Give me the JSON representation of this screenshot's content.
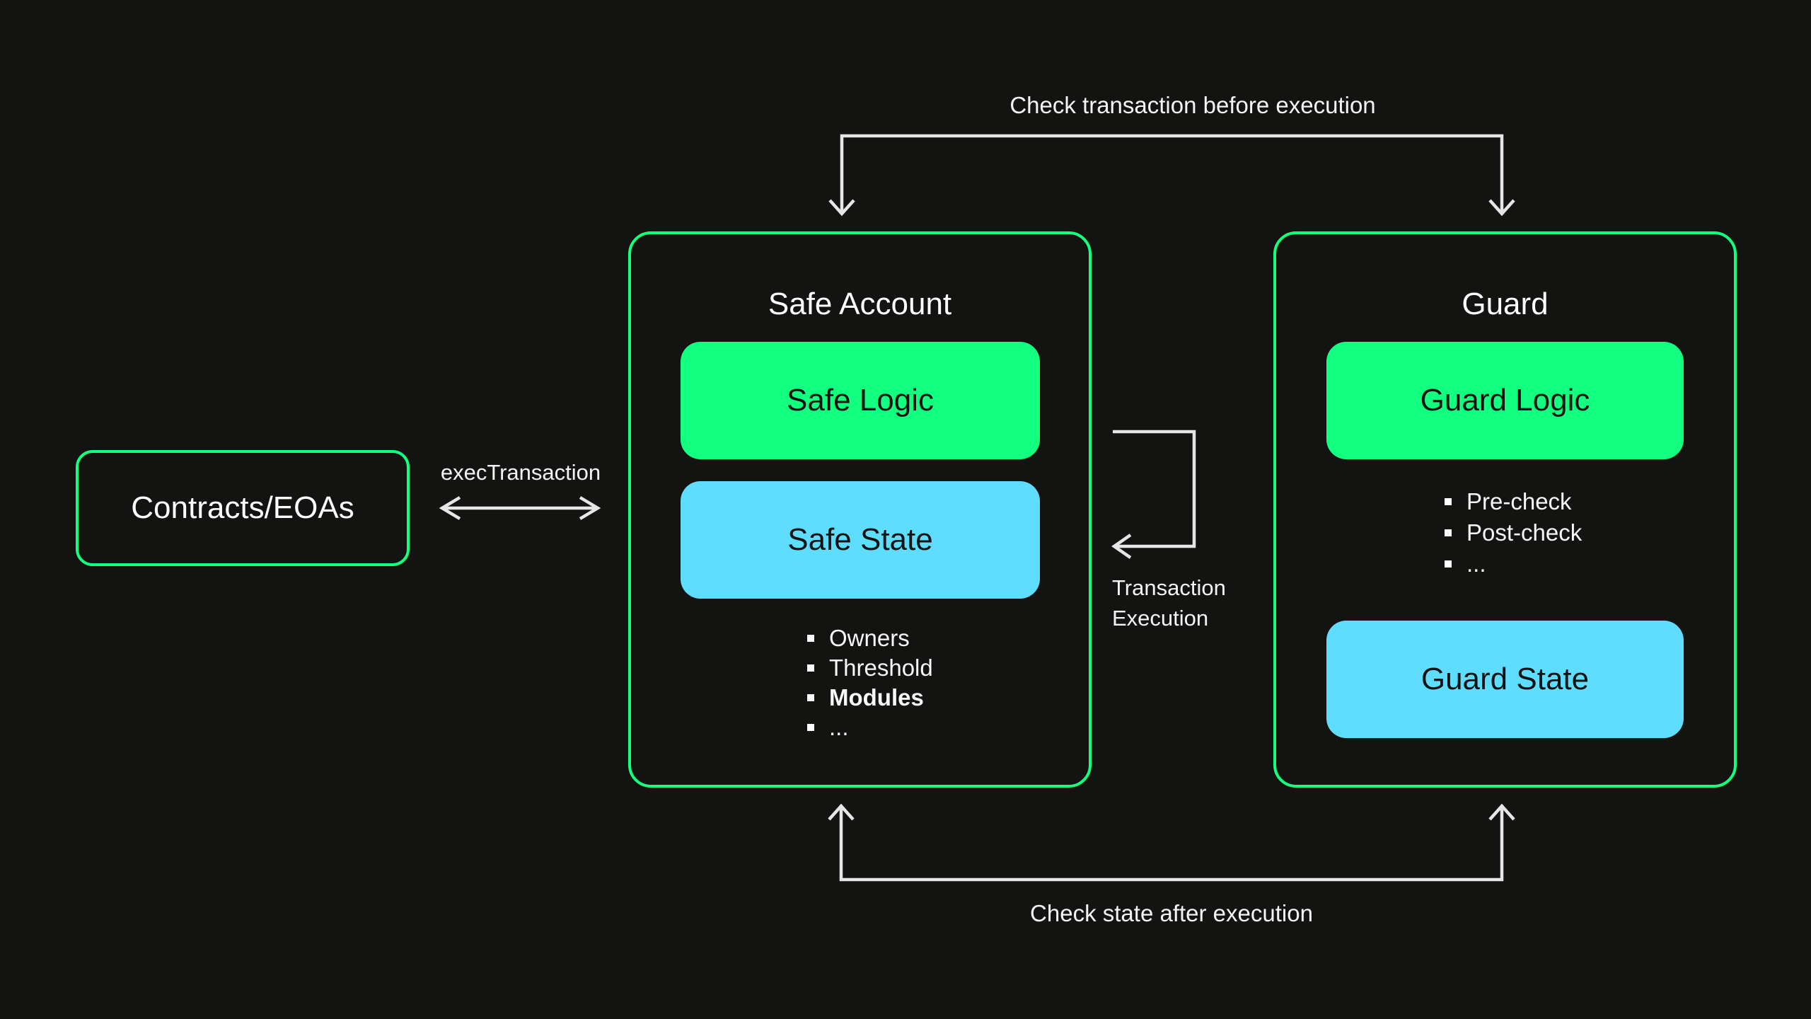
{
  "colors": {
    "background": "#131312",
    "accent_green": "#12FF80",
    "accent_cyan": "#5FDDFF",
    "arrow_gray": "#E6E6E6",
    "text_light": "#FFFFFF",
    "text_dark": "#121312"
  },
  "labels": {
    "top_arrow": "Check transaction before execution",
    "bottom_arrow": "Check state after execution",
    "exec_transaction": "execTransaction",
    "transaction_execution": [
      "Transaction",
      "Execution"
    ]
  },
  "contracts_box": {
    "label": "Contracts/EOAs"
  },
  "safe_account": {
    "title": "Safe Account",
    "logic_label": "Safe Logic",
    "state_label": "Safe State",
    "state_items": [
      {
        "text": "Owners",
        "bold": false
      },
      {
        "text": "Threshold",
        "bold": false
      },
      {
        "text": "Modules",
        "bold": true
      },
      {
        "text": "...",
        "bold": false
      }
    ]
  },
  "guard": {
    "title": "Guard",
    "logic_label": "Guard Logic",
    "logic_items": [
      {
        "text": "Pre-check",
        "bold": false
      },
      {
        "text": "Post-check",
        "bold": false
      },
      {
        "text": "...",
        "bold": false
      }
    ],
    "state_label": "Guard State"
  }
}
